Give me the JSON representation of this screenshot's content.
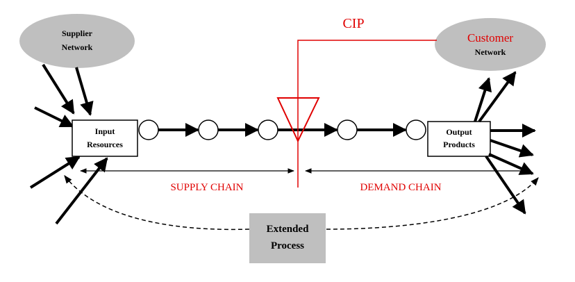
{
  "labels": {
    "supplier_line1": "Supplier",
    "supplier_line2": "Network",
    "customer_line1": "Customer",
    "customer_line2": "Network",
    "input_line1": "Input",
    "input_line2": "Resources",
    "output_line1": "Output",
    "output_line2": "Products",
    "cip": "CIP",
    "supply_chain": "SUPPLY CHAIN",
    "demand_chain": "DEMAND CHAIN",
    "extended_line1": "Extended",
    "extended_line2": "Process"
  },
  "colors": {
    "red": "#e00000",
    "ellipse_fill": "#bfbfbf",
    "process_fill": "#bfbfbf",
    "black": "#000000"
  }
}
